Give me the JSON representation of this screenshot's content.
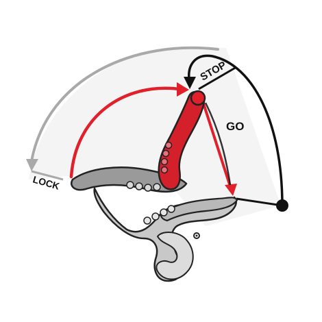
{
  "labels": {
    "stop": "STOP",
    "go": "GO",
    "lock": "LOCK"
  },
  "colors": {
    "background_panel": "#efefef",
    "lock_arrow": "#a9a9a9",
    "stop_arrow": "#111111",
    "handle_arrow": "#e0202a",
    "go_arrow": "#e0202a",
    "handle_fill": "#d4202a",
    "device_gray": "#9a9a9a",
    "device_light": "#c8c8c8",
    "outline": "#222222"
  },
  "icons": {
    "pivot": "pivot-dot-icon",
    "anchor": "anchor-dot-icon"
  }
}
